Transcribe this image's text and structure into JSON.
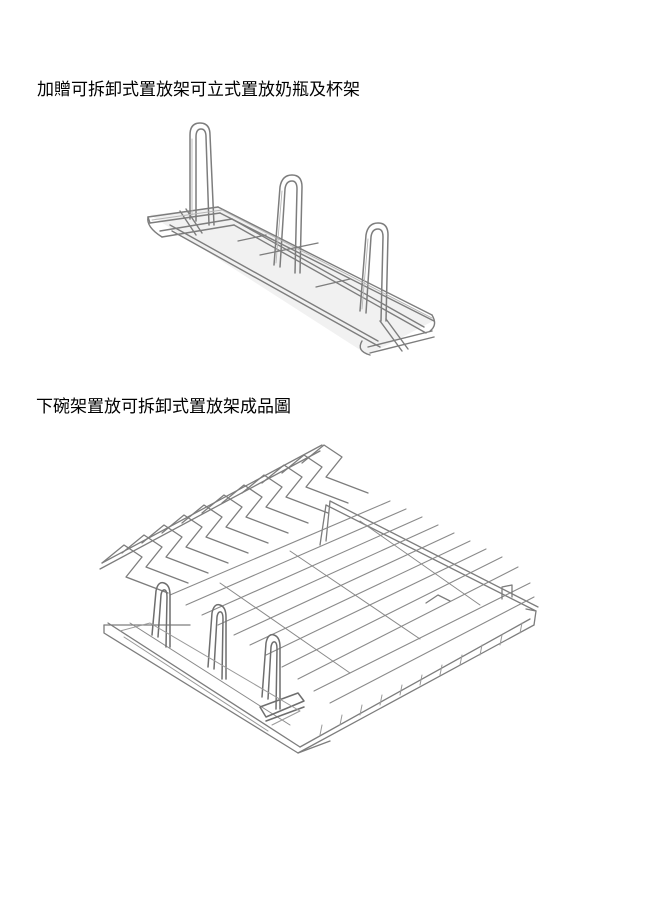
{
  "document": {
    "sections": [
      {
        "caption": "加贈可拆卸式置放架可立式置放奶瓶及杯架",
        "figure": "removable-standing-bottle-and-cup-rack"
      },
      {
        "caption": "下碗架置放可拆卸式置放架成品圖",
        "figure": "lower-dish-rack-with-removable-stand"
      }
    ]
  },
  "colors": {
    "wire": "#7d7d7d",
    "wire_light": "#b5b5b5",
    "wire_fill": "#dcdcdc",
    "text": "#000000"
  }
}
